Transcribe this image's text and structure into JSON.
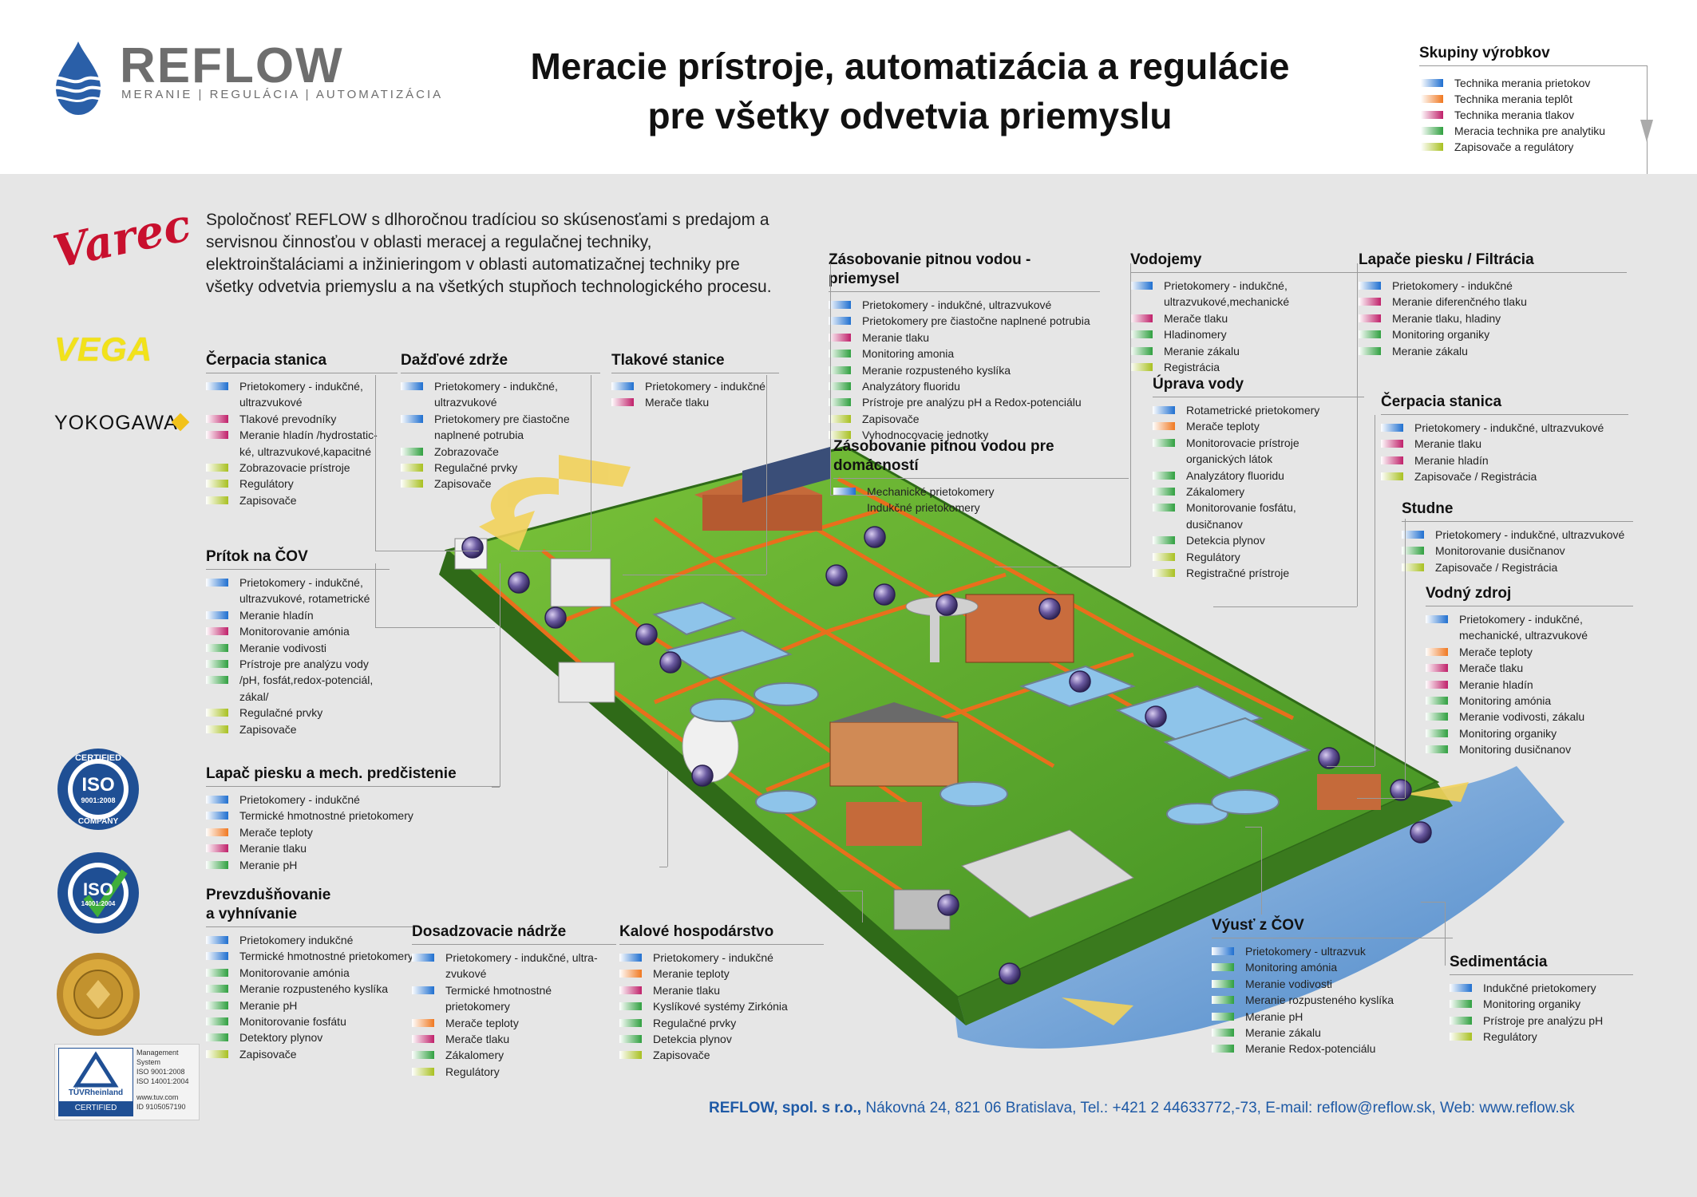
{
  "header": {
    "brand": "REFLOW",
    "brand_tagline": "MERANIE | REGULÁCIA | AUTOMATIZÁCIA",
    "title_line1": "Meracie prístroje, automatizácia a regulácie",
    "title_line2": "pre všetky odvetvia priemyslu"
  },
  "colors": {
    "flow": "#1f6fd0",
    "temp": "#f07820",
    "pressure": "#c0206a",
    "analytics": "#30a040",
    "recorders": "#a8c020",
    "accent_blue": "#1f5aa6",
    "grass": "#5cae2e",
    "pipe": "#e96f1c",
    "water": "#6aa0d8"
  },
  "legend": {
    "title": "Skupiny výrobkov",
    "items": [
      {
        "label": "Technika merania prietokov",
        "color": "#1f6fd0"
      },
      {
        "label": "Technika merania teplôt",
        "color": "#f07820"
      },
      {
        "label": "Technika merania tlakov",
        "color": "#c0206a"
      },
      {
        "label": "Meracia technika pre analytiku",
        "color": "#30a040"
      },
      {
        "label": "Zapisovače a regulátory",
        "color": "#a8c020"
      }
    ]
  },
  "intro": "Spoločnosť REFLOW s dlhoročnou tradíciou so skúsenosťami s predajom a servisnou činnosťou v oblasti meracej a regulačnej techniky, elektroinštaláciami a inžinieringom v oblasti automatizačnej techniky pre všetky odvetvia priemyslu a na všetkých stupňoch technologického procesu.",
  "brands": {
    "varec": "Varec",
    "vega": "VEGA",
    "yokogawa": "YOKOGAWA"
  },
  "certs": {
    "iso1_top": "CERTIFIED",
    "iso1_mid": "ISO",
    "iso1_num": "9001:2008",
    "iso1_bottom": "COMPANY",
    "iso2_mid": "ISO",
    "iso2_num": "14001:2004",
    "tuv_name": "TÜVRheinland",
    "tuv_cert": "CERTIFIED",
    "tuv_l1": "Management",
    "tuv_l2": "System",
    "tuv_l3": "ISO 9001:2008",
    "tuv_l4": "ISO 14001:2004",
    "tuv_l5": "www.tuv.com",
    "tuv_l6": "ID 9105057190"
  },
  "sections": [
    {
      "title": "Čerpacia stanica",
      "items": [
        [
          "Prietokomery - indukčné,",
          "#1f6fd0"
        ],
        [
          "ultrazvukové",
          ""
        ],
        [
          "Tlakové prevodníky",
          "#c0206a"
        ],
        [
          "Meranie hladín /hydrostatic-",
          "#c0206a"
        ],
        [
          "ké, ultrazvukové,kapacitné",
          ""
        ],
        [
          "Zobrazovacie prístroje",
          "#a8c020"
        ],
        [
          "Regulátory",
          "#a8c020"
        ],
        [
          "Zapisovače",
          "#a8c020"
        ]
      ]
    },
    {
      "title": "Dažďové zdrže",
      "items": [
        [
          "Prietokomery - indukčné,",
          "#1f6fd0"
        ],
        [
          "ultrazvukové",
          ""
        ],
        [
          "Prietokomery pre čiastočne",
          "#1f6fd0"
        ],
        [
          "naplnené potrubia",
          ""
        ],
        [
          "Zobrazovače",
          "#30a040"
        ],
        [
          "Regulačné prvky",
          "#a8c020"
        ],
        [
          "Zapisovače",
          "#a8c020"
        ]
      ]
    },
    {
      "title": "Tlakové stanice",
      "items": [
        [
          "Prietokomery - indukčné",
          "#1f6fd0"
        ],
        [
          "Merače tlaku",
          "#c0206a"
        ]
      ]
    },
    {
      "title": "Zásobovanie pitnou vodou - priemysel",
      "items": [
        [
          "Prietokomery - indukčné, ultrazvukové",
          "#1f6fd0"
        ],
        [
          "Prietokomery pre čiastočne naplnené potrubia",
          "#1f6fd0"
        ],
        [
          "Meranie tlaku",
          "#c0206a"
        ],
        [
          "Monitoring amonia",
          "#30a040"
        ],
        [
          "Meranie rozpusteného kyslíka",
          "#30a040"
        ],
        [
          "Analyzátory fluoridu",
          "#30a040"
        ],
        [
          "Prístroje pre analýzu pH a Redox-potenciálu",
          "#30a040"
        ],
        [
          "Zapisovače",
          "#a8c020"
        ],
        [
          "Vyhodnocovacie jednotky",
          "#a8c020"
        ]
      ]
    },
    {
      "title": "Zásobovanie pitnou vodou  pre domácností",
      "items": [
        [
          "Mechanické prietokomery",
          "#1f6fd0"
        ],
        [
          "Indukčné prietokomery",
          ""
        ]
      ]
    },
    {
      "title": "Vodojemy",
      "items": [
        [
          "Prietokomery - indukčné,",
          "#1f6fd0"
        ],
        [
          "ultrazvukové,mechanické",
          ""
        ],
        [
          "Merače tlaku",
          "#c0206a"
        ],
        [
          "Hladinomery",
          "#30a040"
        ],
        [
          "Meranie zákalu",
          "#30a040"
        ],
        [
          "Registrácia",
          "#a8c020"
        ]
      ]
    },
    {
      "title": "Úprava vody",
      "items": [
        [
          "Rotametrické prietokomery",
          "#1f6fd0"
        ],
        [
          "Merače teploty",
          "#f07820"
        ],
        [
          "Monitorovacie prístroje",
          "#30a040"
        ],
        [
          "organických látok",
          ""
        ],
        [
          "Analyzátory fluoridu",
          "#30a040"
        ],
        [
          "Zákalomery",
          "#30a040"
        ],
        [
          "Monitorovanie fosfátu,",
          "#30a040"
        ],
        [
          "dusičnanov",
          ""
        ],
        [
          "Detekcia plynov",
          "#30a040"
        ],
        [
          "Regulátory",
          "#a8c020"
        ],
        [
          "Registračné prístroje",
          "#a8c020"
        ]
      ]
    },
    {
      "title": "Lapače piesku / Filtrácia",
      "items": [
        [
          "Prietokomery - indukčné",
          "#1f6fd0"
        ],
        [
          "Meranie diferenčného tlaku",
          "#c0206a"
        ],
        [
          "Meranie tlaku, hladiny",
          "#c0206a"
        ],
        [
          "Monitoring organiky",
          "#30a040"
        ],
        [
          "Meranie zákalu",
          "#30a040"
        ]
      ]
    },
    {
      "title": "Čerpacia stanica",
      "items": [
        [
          "Prietokomery - indukčné, ultrazvukové",
          "#1f6fd0"
        ],
        [
          "Meranie tlaku",
          "#c0206a"
        ],
        [
          "Meranie hladín",
          "#c0206a"
        ],
        [
          "Zapisovače / Registrácia",
          "#a8c020"
        ]
      ]
    },
    {
      "title": "Studne",
      "items": [
        [
          "Prietokomery  - indukčné, ultrazvukové",
          "#1f6fd0"
        ],
        [
          "Monitorovanie dusičnanov",
          "#30a040"
        ],
        [
          "Zapisovače / Registrácia",
          "#a8c020"
        ]
      ]
    },
    {
      "title": "Vodný zdroj",
      "items": [
        [
          "Prietokomery - indukčné,",
          "#1f6fd0"
        ],
        [
          "mechanické, ultrazvukové",
          ""
        ],
        [
          "Merače teploty",
          "#f07820"
        ],
        [
          "Merače tlaku",
          "#c0206a"
        ],
        [
          "Meranie hladín",
          "#c0206a"
        ],
        [
          "Monitoring amónia",
          "#30a040"
        ],
        [
          "Meranie vodivosti, zákalu",
          "#30a040"
        ],
        [
          "Monitoring organiky",
          "#30a040"
        ],
        [
          "Monitoring dusičnanov",
          "#30a040"
        ]
      ]
    },
    {
      "title": "Prítok na ČOV",
      "items": [
        [
          "Prietokomery - indukčné,",
          "#1f6fd0"
        ],
        [
          "ultrazvukové, rotametrické",
          ""
        ],
        [
          "Meranie hladín",
          "#1f6fd0"
        ],
        [
          "Monitorovanie amónia",
          "#c0206a"
        ],
        [
          "Meranie vodivosti",
          "#30a040"
        ],
        [
          "Prístroje pre analýzu vody",
          "#30a040"
        ],
        [
          "/pH, fosfát,redox-potenciál,",
          "#30a040"
        ],
        [
          "zákal/",
          ""
        ],
        [
          "Regulačné prvky",
          "#a8c020"
        ],
        [
          "Zapisovače",
          "#a8c020"
        ]
      ]
    },
    {
      "title": "Lapač piesku a mech. predčistenie",
      "items": [
        [
          "Prietokomery - indukčné",
          "#1f6fd0"
        ],
        [
          "Termické hmotnostné prietokomery",
          "#1f6fd0"
        ],
        [
          "Merače teploty",
          "#f07820"
        ],
        [
          "Meranie tlaku",
          "#c0206a"
        ],
        [
          "Meranie pH",
          "#30a040"
        ]
      ]
    },
    {
      "title": "Prevzdušňovanie\na vyhnívanie",
      "items": [
        [
          "Prietokomery indukčné",
          "#1f6fd0"
        ],
        [
          "Termické hmotnostné prietokomery",
          "#1f6fd0"
        ],
        [
          "Monitorovanie amónia",
          "#30a040"
        ],
        [
          "Meranie rozpusteného kyslíka",
          "#30a040"
        ],
        [
          "Meranie pH",
          "#30a040"
        ],
        [
          "Monitorovanie fosfátu",
          "#30a040"
        ],
        [
          "Detektory plynov",
          "#30a040"
        ],
        [
          "Zapisovače",
          "#a8c020"
        ]
      ]
    },
    {
      "title": "Dosadzovacie nádrže",
      "items": [
        [
          "Prietokomery - indukčné, ultra-",
          "#1f6fd0"
        ],
        [
          "zvukové",
          ""
        ],
        [
          "Termické hmotnostné prietokomery",
          "#1f6fd0"
        ],
        [
          "Merače teploty",
          "#f07820"
        ],
        [
          "Merače tlaku",
          "#c0206a"
        ],
        [
          "Zákalomery",
          "#30a040"
        ],
        [
          "Regulátory",
          "#a8c020"
        ]
      ]
    },
    {
      "title": "Kalové hospodárstvo",
      "items": [
        [
          "Prietokomery - indukčné",
          "#1f6fd0"
        ],
        [
          "Meranie teploty",
          "#f07820"
        ],
        [
          "Meranie tlaku",
          "#c0206a"
        ],
        [
          "Kyslíkové systémy Zirkónia",
          "#30a040"
        ],
        [
          "Regulačné prvky",
          "#30a040"
        ],
        [
          "Detekcia plynov",
          "#30a040"
        ],
        [
          "Zapisovače",
          "#a8c020"
        ]
      ]
    },
    {
      "title": "Výusť z ČOV",
      "items": [
        [
          "Prietokomery - ultrazvuk",
          "#1f6fd0"
        ],
        [
          "Monitoring amónia",
          "#30a040"
        ],
        [
          "Meranie vodivosti",
          "#30a040"
        ],
        [
          "Meranie rozpusteného kyslíka",
          "#30a040"
        ],
        [
          "Meranie pH",
          "#30a040"
        ],
        [
          "Meranie zákalu",
          "#30a040"
        ],
        [
          "Meranie Redox-potenciálu",
          "#30a040"
        ]
      ]
    },
    {
      "title": "Sedimentácia",
      "items": [
        [
          "Indukčné prietokomery",
          "#1f6fd0"
        ],
        [
          "Monitoring organiky",
          "#30a040"
        ],
        [
          "Prístroje pre analýzu pH",
          "#30a040"
        ],
        [
          "Regulátory",
          "#a8c020"
        ]
      ]
    }
  ],
  "footer": {
    "company": "REFLOW, spol. s r.o.,",
    "address": " Nákovná 24, 821 06 Bratislava, Tel.: +421 2 44633772,-73, E-mail: reflow@reflow.sk, Web: www.reflow.sk"
  }
}
